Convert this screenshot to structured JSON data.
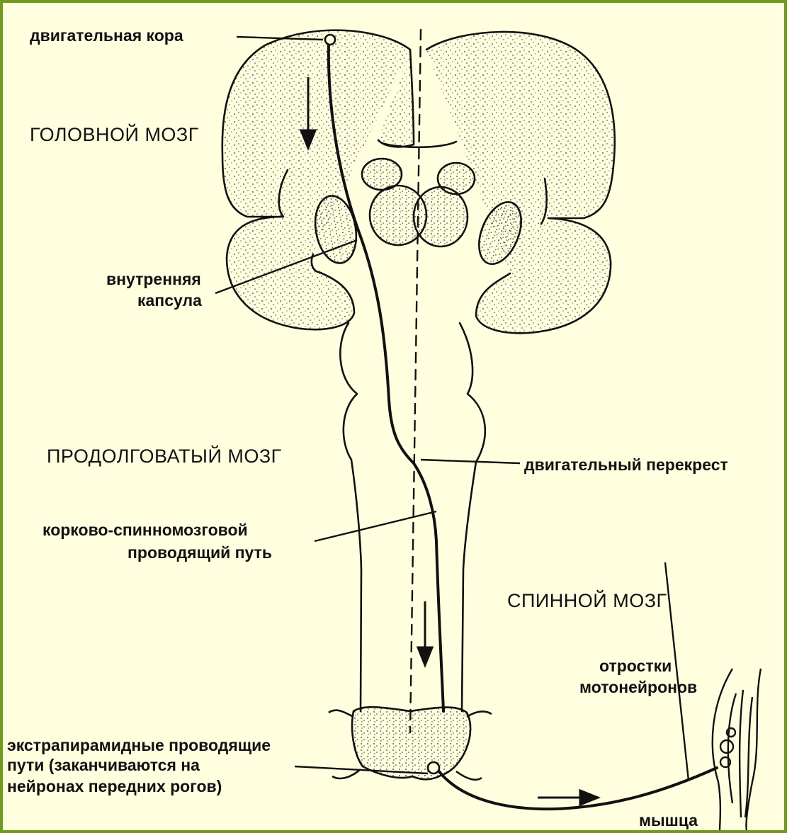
{
  "labels": {
    "motor_cortex": "двигательная кора",
    "brain": "ГОЛОВНОЙ МОЗГ",
    "internal_capsule_1": "внутренняя",
    "internal_capsule_2": "капсула",
    "medulla": "ПРОДОЛГОВАТЫЙ МОЗГ",
    "motor_decussation": "двигательный перекрест",
    "corticospinal_1": "корково-спинномозговой",
    "corticospinal_2": "проводящий путь",
    "spinal_cord": "СПИННОЙ МОЗГ",
    "motor_processes_1": "отростки",
    "motor_processes_2": "мотонейронов",
    "extrapyramidal_1": "экстрапирамидные проводящие",
    "extrapyramidal_2": "пути (заканчиваются на",
    "extrapyramidal_3": "нейронах передних рогов)",
    "muscle": "мышца"
  },
  "colors": {
    "frame": "#6f9a1e",
    "background": "#ffffe0",
    "ink": "#111111"
  }
}
